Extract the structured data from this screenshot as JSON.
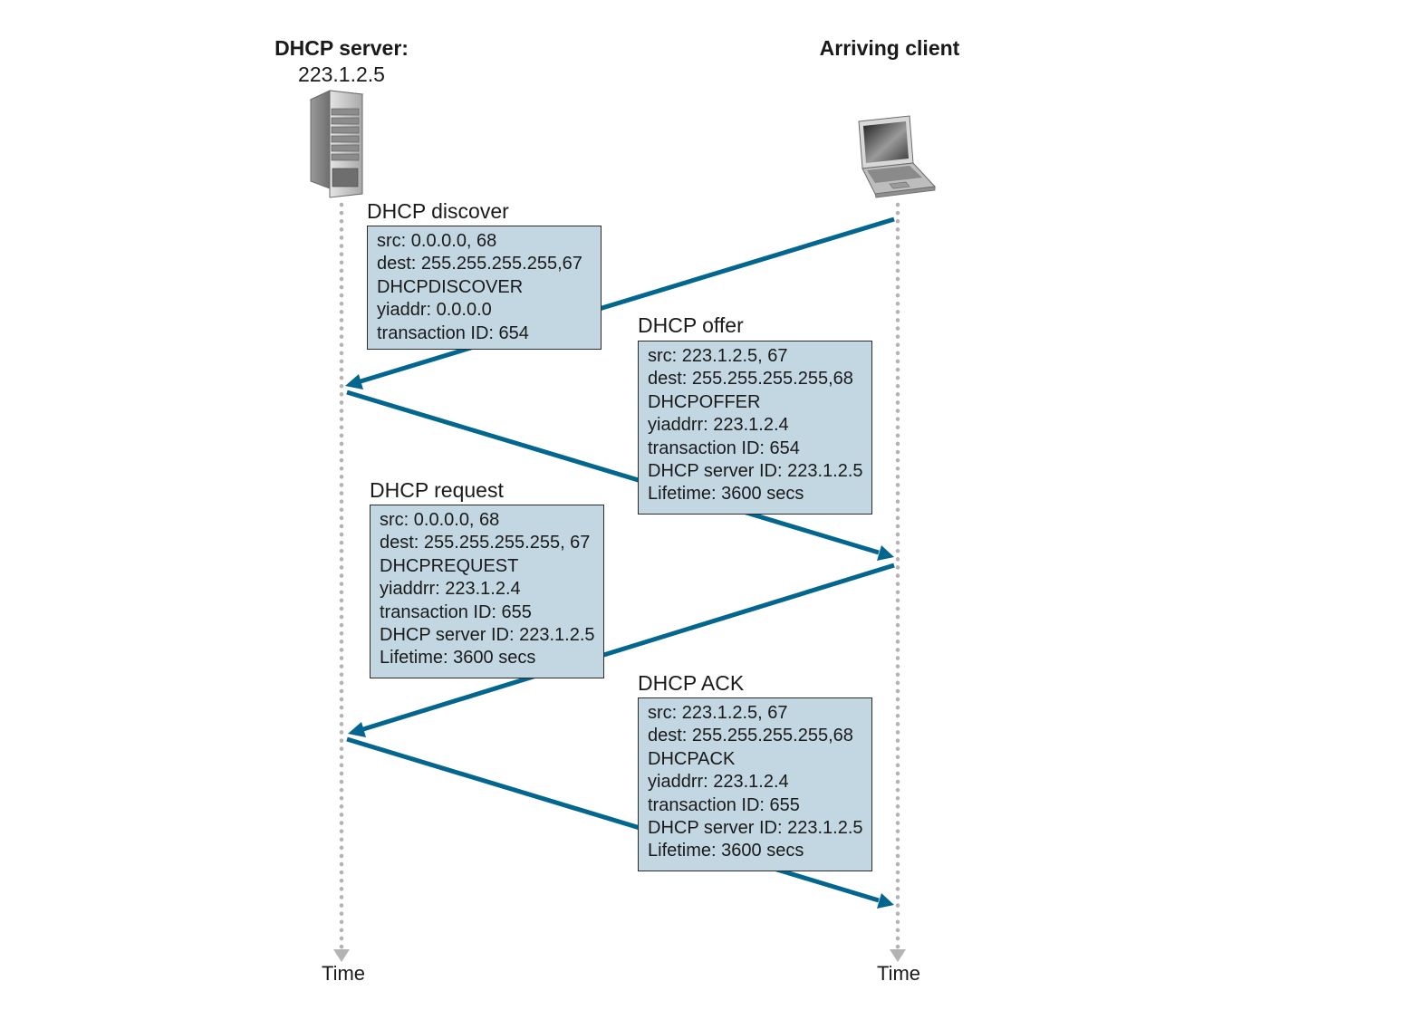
{
  "server": {
    "title": "DHCP server:",
    "address": "223.1.2.5",
    "icon": "server-tower-icon"
  },
  "client": {
    "title": "Arriving client",
    "icon": "laptop-icon"
  },
  "time_label": "Time",
  "colors": {
    "arrow": "#03668f",
    "box_fill": "#c2d7e2",
    "timeline": "#b3b3b3"
  },
  "messages": [
    {
      "label": "DHCP discover",
      "fields": [
        "src: 0.0.0.0, 68",
        "dest: 255.255.255.255,67",
        "DHCPDISCOVER",
        "yiaddr: 0.0.0.0",
        "transaction ID: 654"
      ]
    },
    {
      "label": "DHCP offer",
      "fields": [
        "src: 223.1.2.5, 67",
        "dest: 255.255.255.255,68",
        "DHCPOFFER",
        "yiaddrr: 223.1.2.4",
        "transaction ID: 654",
        "DHCP server ID: 223.1.2.5",
        "Lifetime: 3600 secs"
      ]
    },
    {
      "label": "DHCP request",
      "fields": [
        "src: 0.0.0.0, 68",
        "dest: 255.255.255.255, 67",
        "DHCPREQUEST",
        "yiaddrr: 223.1.2.4",
        "transaction ID: 655",
        "DHCP server ID: 223.1.2.5",
        "Lifetime: 3600 secs"
      ]
    },
    {
      "label": "DHCP ACK",
      "fields": [
        "src: 223.1.2.5, 67",
        "dest: 255.255.255.255,68",
        "DHCPACK",
        "yiaddrr: 223.1.2.4",
        "transaction ID: 655",
        "DHCP server ID: 223.1.2.5",
        "Lifetime: 3600 secs"
      ]
    }
  ]
}
